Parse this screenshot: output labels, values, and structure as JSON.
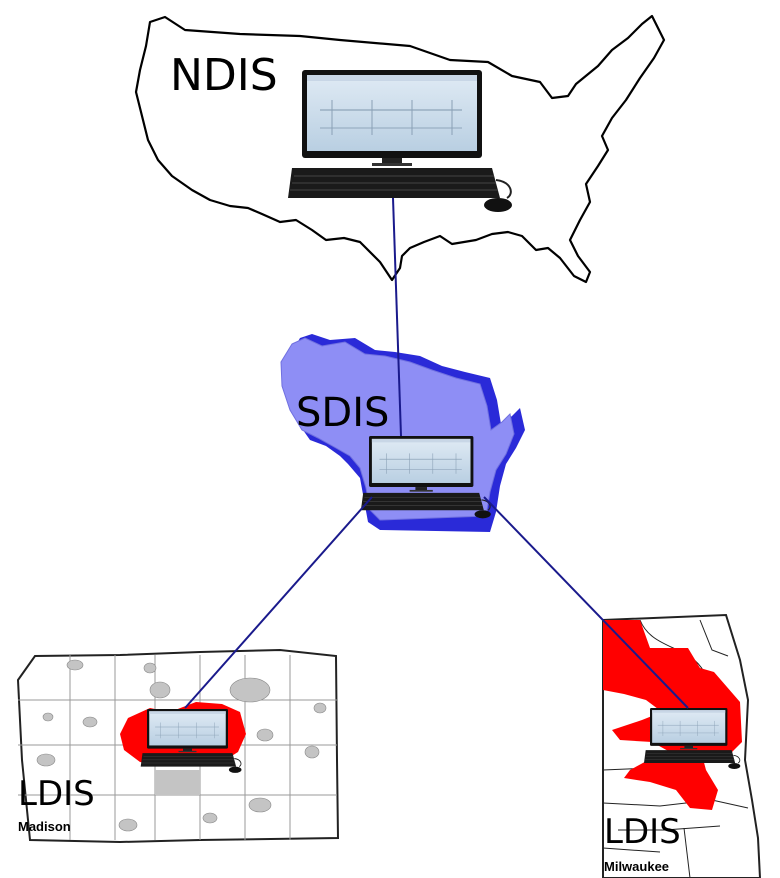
{
  "nodes": {
    "national": {
      "label": "NDIS",
      "icon": "computer-icon"
    },
    "state": {
      "label": "SDIS",
      "icon": "computer-icon"
    },
    "local_madison": {
      "label": "LDIS",
      "city": "Madison",
      "icon": "computer-icon"
    },
    "local_milwaukee": {
      "label": "LDIS",
      "city": "Milwaukee",
      "icon": "computer-icon"
    }
  },
  "colors": {
    "link_line": "#1a1a8c",
    "us_map_outline": "#000000",
    "wisconsin_fill": "#8e8ef5",
    "wisconsin_shadow": "#2a2ad8",
    "county_highlight": "#ff0000",
    "county_grid": "#8a8a8a",
    "city_patch": "#c4c4c4"
  },
  "connections": [
    {
      "from": "NDIS",
      "to": "SDIS"
    },
    {
      "from": "SDIS",
      "to": "LDIS Madison"
    },
    {
      "from": "SDIS",
      "to": "LDIS Milwaukee"
    }
  ]
}
